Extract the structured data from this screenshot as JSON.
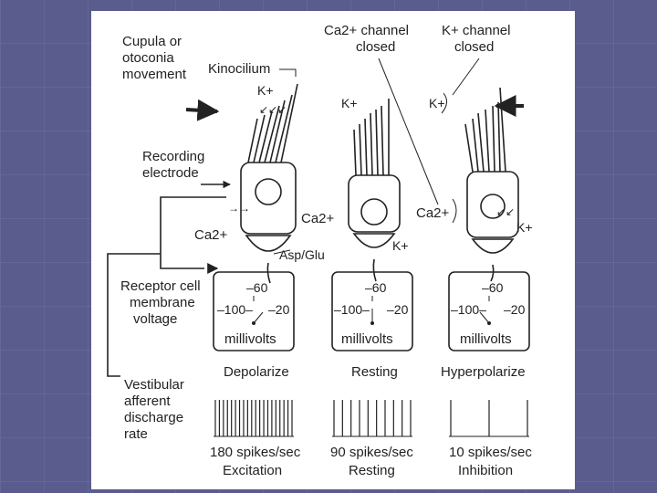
{
  "labels": {
    "cupula": [
      "Cupula or",
      "otoconia",
      "movement"
    ],
    "kinocilium": "Kinocilium",
    "ca_channel": [
      "Ca2+ channel",
      "closed"
    ],
    "k_channel": [
      "K+ channel",
      "closed"
    ],
    "k_plus": "K+",
    "ca_plus": "Ca2+",
    "recording": [
      "Recording",
      "electrode"
    ],
    "asp_glu": "Asp/Glu",
    "receptor": [
      "Receptor cell",
      "membrane",
      "voltage"
    ],
    "vestibular": [
      "Vestibular",
      "afferent",
      "discharge",
      "rate"
    ]
  },
  "meters": [
    {
      "top": "–60",
      "left": "–100–",
      "right": "–20",
      "unit": "millivolts"
    },
    {
      "top": "–60",
      "left": "–100–",
      "right": "–20",
      "unit": "millivolts"
    },
    {
      "top": "–60",
      "left": "–100–",
      "right": "–20",
      "unit": "millivolts"
    }
  ],
  "states": [
    {
      "title": "Depolarize",
      "rate": "180 spikes/sec",
      "result": "Excitation"
    },
    {
      "title": "Resting",
      "rate": "90 spikes/sec",
      "result": "Resting"
    },
    {
      "title": "Hyperpolarize",
      "rate": "10 spikes/sec",
      "result": "Inhibition"
    }
  ]
}
